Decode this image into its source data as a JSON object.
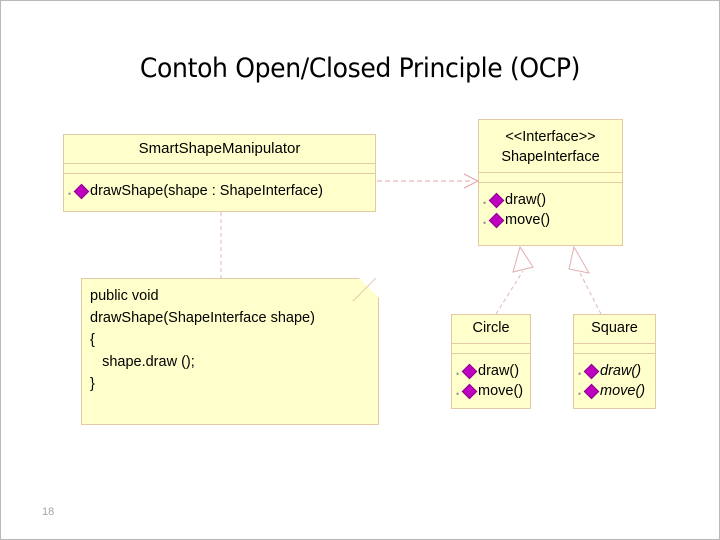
{
  "slide": {
    "title": "Contoh Open/Closed Principle (OCP)",
    "page_number": "18",
    "colors": {
      "box_fill": "#FFFFCC",
      "box_border": "#E3C9A5",
      "marker": "#C000C0",
      "connector": "#E8A0A0",
      "page_number": "#A6A6A6"
    }
  },
  "classes": {
    "manipulator": {
      "name": "SmartShapeManipulator",
      "operations": [
        {
          "label": "drawShape(shape : ShapeInterface)",
          "italic": false
        }
      ]
    },
    "interface": {
      "stereotype": "<<Interface>>",
      "name": "ShapeInterface",
      "operations": [
        {
          "label": "draw()",
          "italic": false
        },
        {
          "label": "move()",
          "italic": false
        }
      ]
    },
    "circle": {
      "name": "Circle",
      "operations": [
        {
          "label": "draw()",
          "italic": false
        },
        {
          "label": "move()",
          "italic": false
        }
      ]
    },
    "square": {
      "name": "Square",
      "operations": [
        {
          "label": "draw()",
          "italic": true
        },
        {
          "label": "move()",
          "italic": true
        }
      ]
    }
  },
  "note": {
    "code": "public void\ndrawShape(ShapeInterface shape)\n{\n   shape.draw ();\n}"
  },
  "relationships": [
    {
      "name": "dependency",
      "from": "SmartShapeManipulator",
      "to": "ShapeInterface",
      "style": "dashed-open-arrow"
    },
    {
      "name": "realization",
      "from": "Circle",
      "to": "ShapeInterface",
      "style": "dashed-hollow-triangle"
    },
    {
      "name": "realization",
      "from": "Square",
      "to": "ShapeInterface",
      "style": "dashed-hollow-triangle"
    },
    {
      "name": "note-anchor",
      "from": "SmartShapeManipulator",
      "to": "note",
      "style": "dashed-line"
    }
  ]
}
